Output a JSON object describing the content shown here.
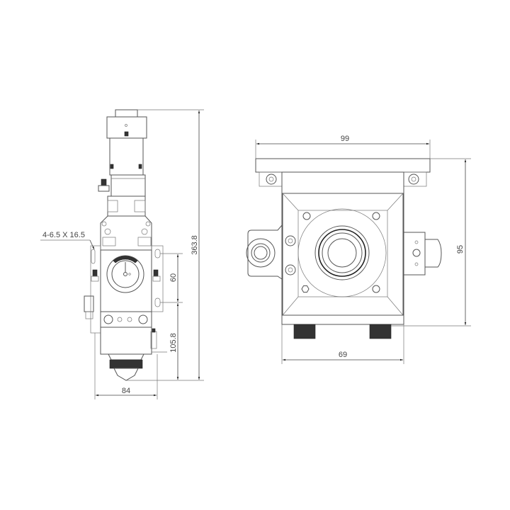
{
  "side_view": {
    "dimensions": {
      "total_height": "363.8",
      "hole_spacing": "60",
      "lower_height": "105.8",
      "width": "84",
      "slot_callout": "4-6.5 X 16.5"
    }
  },
  "top_view": {
    "dimensions": {
      "plate_width": "99",
      "depth": "95",
      "body_width": "69"
    }
  },
  "colors": {
    "line": "#555555",
    "dimension": "#444444",
    "background": "#ffffff"
  }
}
